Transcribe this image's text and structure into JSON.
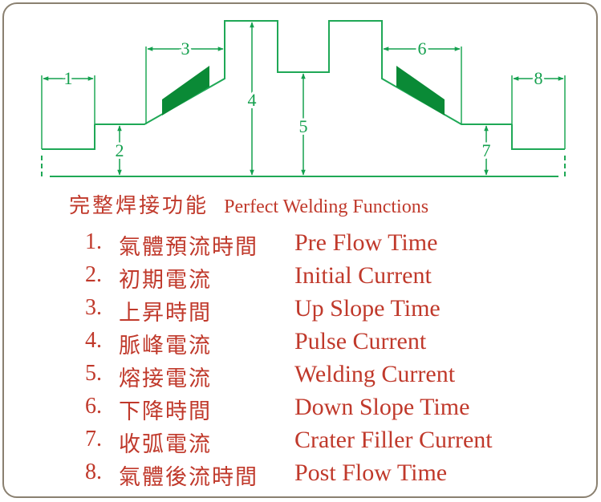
{
  "colors": {
    "frame": "#8a8070",
    "outline": "#1fa856",
    "fill": "#0a8a36",
    "dimension": "#14a04e",
    "text": "#c0392b"
  },
  "dimension_labels": [
    "1",
    "2",
    "3",
    "4",
    "5",
    "6",
    "7",
    "8"
  ],
  "heading": {
    "zh": "完整焊接功能",
    "en": "Perfect Welding Functions"
  },
  "functions": [
    {
      "num": "1.",
      "zh": "氣體預流時間",
      "en": "Pre Flow Time"
    },
    {
      "num": "2.",
      "zh": "初期電流",
      "en": "Initial Current"
    },
    {
      "num": "3.",
      "zh": "上昇時間",
      "en": "Up Slope Time"
    },
    {
      "num": "4.",
      "zh": "脈峰電流",
      "en": "Pulse Current"
    },
    {
      "num": "5.",
      "zh": "熔接電流",
      "en": "Welding Current"
    },
    {
      "num": "6.",
      "zh": "下降時間",
      "en": "Down Slope Time"
    },
    {
      "num": "7.",
      "zh": "收弧電流",
      "en": "Crater Filler Current"
    },
    {
      "num": "8.",
      "zh": "氣體後流時間",
      "en": "Post Flow Time"
    }
  ]
}
